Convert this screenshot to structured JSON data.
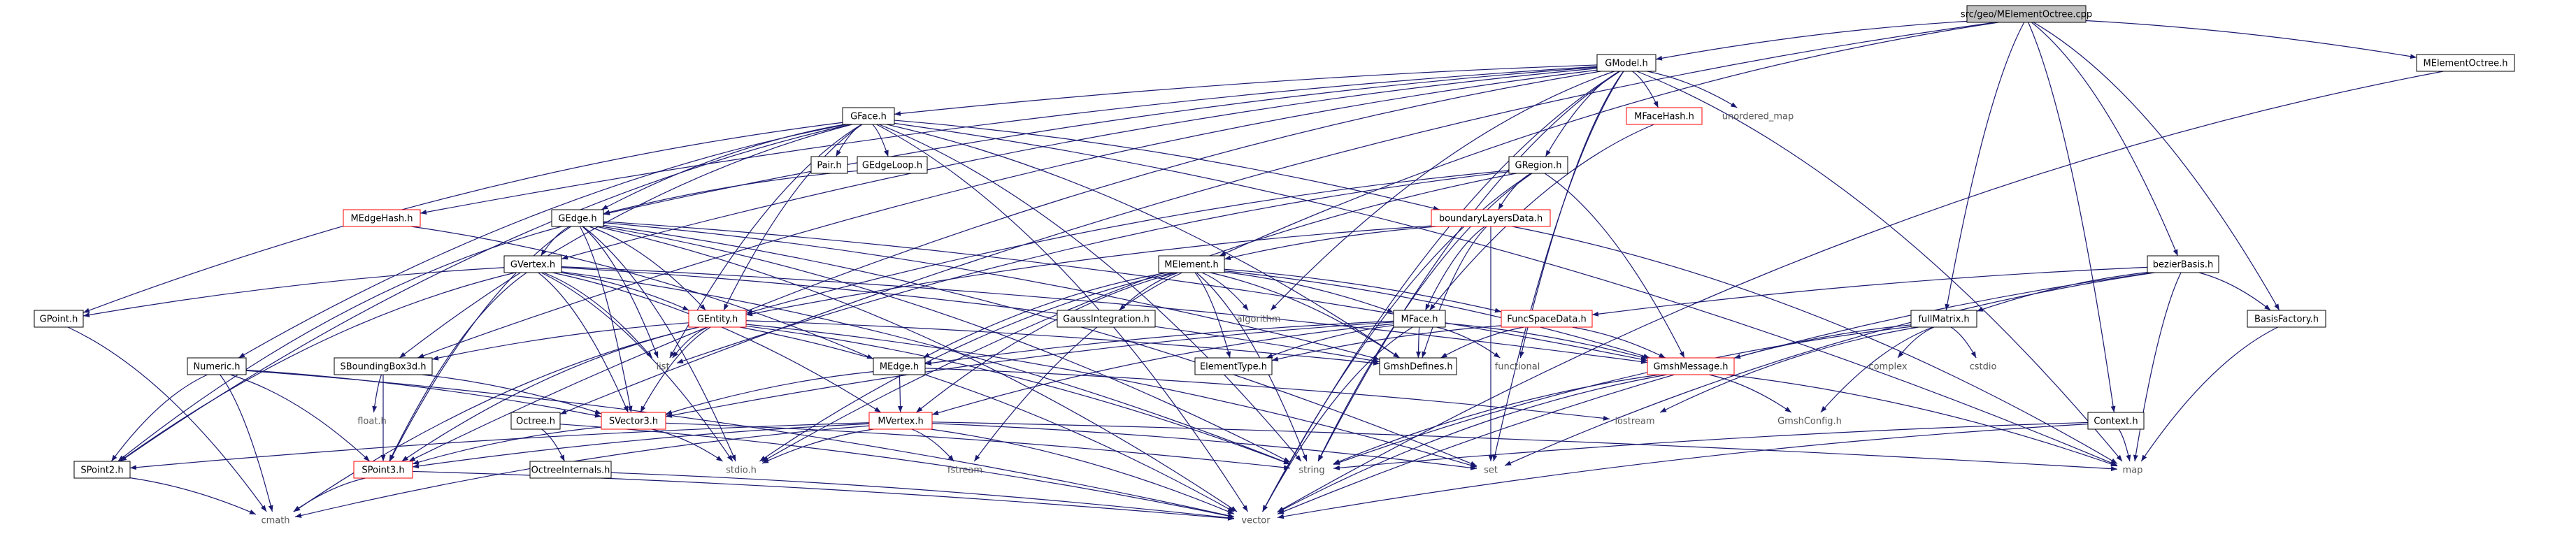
{
  "nodes": {
    "src": {
      "label": "src/geo/MElementOctree.cpp",
      "style": "root"
    },
    "gmodel": {
      "label": "GModel.h",
      "style": "normal"
    },
    "melementoctree": {
      "label": "MElementOctree.h",
      "style": "normal"
    },
    "gface": {
      "label": "GFace.h",
      "style": "normal"
    },
    "mfacehash": {
      "label": "MFaceHash.h",
      "style": "red"
    },
    "unordered_map": {
      "label": "unordered_map",
      "style": "system"
    },
    "pair": {
      "label": "Pair.h",
      "style": "normal"
    },
    "gedgeloop": {
      "label": "GEdgeLoop.h",
      "style": "normal"
    },
    "gregion": {
      "label": "GRegion.h",
      "style": "normal"
    },
    "medgehash": {
      "label": "MEdgeHash.h",
      "style": "red"
    },
    "gedge": {
      "label": "GEdge.h",
      "style": "normal"
    },
    "boundarylayers": {
      "label": "boundaryLayersData.h",
      "style": "red"
    },
    "gvertex": {
      "label": "GVertex.h",
      "style": "normal"
    },
    "melement": {
      "label": "MElement.h",
      "style": "normal"
    },
    "bezierbasis": {
      "label": "bezierBasis.h",
      "style": "normal"
    },
    "gpoint": {
      "label": "GPoint.h",
      "style": "normal"
    },
    "gentity": {
      "label": "GEntity.h",
      "style": "red"
    },
    "gaussint": {
      "label": "GaussIntegration.h",
      "style": "normal"
    },
    "algorithm": {
      "label": "algorithm",
      "style": "system"
    },
    "mface": {
      "label": "MFace.h",
      "style": "normal"
    },
    "funcspace": {
      "label": "FuncSpaceData.h",
      "style": "red"
    },
    "fullmatrix": {
      "label": "fullMatrix.h",
      "style": "normal"
    },
    "basisfactory": {
      "label": "BasisFactory.h",
      "style": "normal"
    },
    "numeric": {
      "label": "Numeric.h",
      "style": "normal"
    },
    "sbbox": {
      "label": "SBoundingBox3d.h",
      "style": "normal"
    },
    "list": {
      "label": "list",
      "style": "system"
    },
    "medge": {
      "label": "MEdge.h",
      "style": "normal"
    },
    "elementtype": {
      "label": "ElementType.h",
      "style": "normal"
    },
    "gmshdefines": {
      "label": "GmshDefines.h",
      "style": "normal"
    },
    "functional": {
      "label": "functional",
      "style": "system"
    },
    "gmshmessage": {
      "label": "GmshMessage.h",
      "style": "red"
    },
    "complex": {
      "label": "complex",
      "style": "system"
    },
    "cstdio": {
      "label": "cstdio",
      "style": "system"
    },
    "float": {
      "label": "float.h",
      "style": "system"
    },
    "octree": {
      "label": "Octree.h",
      "style": "normal"
    },
    "svector3": {
      "label": "SVector3.h",
      "style": "red"
    },
    "mvertex": {
      "label": "MVertex.h",
      "style": "red"
    },
    "iostream": {
      "label": "iostream",
      "style": "system"
    },
    "context": {
      "label": "Context.h",
      "style": "normal"
    },
    "gmshconfig": {
      "label": "GmshConfig.h",
      "style": "system"
    },
    "spoint2": {
      "label": "SPoint2.h",
      "style": "normal"
    },
    "octreeinternals": {
      "label": "OctreeInternals.h",
      "style": "normal"
    },
    "spoint3": {
      "label": "SPoint3.h",
      "style": "red"
    },
    "stdio": {
      "label": "stdio.h",
      "style": "system"
    },
    "fstream": {
      "label": "fstream",
      "style": "system"
    },
    "string": {
      "label": "string",
      "style": "system"
    },
    "set": {
      "label": "set",
      "style": "system"
    },
    "map": {
      "label": "map",
      "style": "system"
    },
    "cmath": {
      "label": "cmath",
      "style": "system"
    },
    "vector": {
      "label": "vector",
      "style": "system"
    }
  },
  "edges": [
    [
      "src",
      "gmodel"
    ],
    [
      "src",
      "melementoctree"
    ],
    [
      "src",
      "fullmatrix"
    ],
    [
      "src",
      "bezierbasis"
    ],
    [
      "src",
      "basisfactory"
    ],
    [
      "src",
      "context"
    ],
    [
      "src",
      "octree"
    ],
    [
      "src",
      "melement"
    ],
    [
      "gmodel",
      "gface"
    ],
    [
      "gmodel",
      "mfacehash"
    ],
    [
      "gmodel",
      "unordered_map"
    ],
    [
      "gmodel",
      "gregion"
    ],
    [
      "gmodel",
      "medgehash"
    ],
    [
      "gmodel",
      "gedge"
    ],
    [
      "gmodel",
      "gvertex"
    ],
    [
      "gmodel",
      "sbbox"
    ],
    [
      "gmodel",
      "spoint3"
    ],
    [
      "gmodel",
      "algorithm"
    ],
    [
      "gmodel",
      "map"
    ],
    [
      "gmodel",
      "set"
    ],
    [
      "gmodel",
      "string"
    ],
    [
      "gmodel",
      "vector"
    ],
    [
      "gmodel",
      "functional"
    ],
    [
      "melementoctree",
      "vector"
    ],
    [
      "gface",
      "pair"
    ],
    [
      "gface",
      "gedgeloop"
    ],
    [
      "gface",
      "gedge"
    ],
    [
      "gface",
      "gentity"
    ],
    [
      "gface",
      "boundarylayers"
    ],
    [
      "gface",
      "gpoint"
    ],
    [
      "gface",
      "numeric"
    ],
    [
      "gface",
      "list"
    ],
    [
      "gface",
      "spoint2"
    ],
    [
      "gface",
      "sbbox"
    ],
    [
      "gface",
      "string"
    ],
    [
      "gface",
      "vector"
    ],
    [
      "gface",
      "map"
    ],
    [
      "gface",
      "gmshdefines"
    ],
    [
      "mfacehash",
      "mface"
    ],
    [
      "gedgeloop",
      "gedge"
    ],
    [
      "gregion",
      "gentity"
    ],
    [
      "gregion",
      "boundarylayers"
    ],
    [
      "gregion",
      "list"
    ],
    [
      "gregion",
      "gmshmessage"
    ],
    [
      "gregion",
      "stdio"
    ],
    [
      "gregion",
      "string"
    ],
    [
      "gregion",
      "vector"
    ],
    [
      "medgehash",
      "medge"
    ],
    [
      "gedge",
      "gentity"
    ],
    [
      "gedge",
      "gvertex"
    ],
    [
      "gedge",
      "spoint3"
    ],
    [
      "gedge",
      "svector3"
    ],
    [
      "gedge",
      "spoint2"
    ],
    [
      "gedge",
      "list"
    ],
    [
      "gedge",
      "gmshdefines"
    ],
    [
      "gedge",
      "gmshmessage"
    ],
    [
      "gedge",
      "string"
    ],
    [
      "gedge",
      "stdio"
    ],
    [
      "gedge",
      "vector"
    ],
    [
      "gedge",
      "set"
    ],
    [
      "boundarylayers",
      "melement"
    ],
    [
      "boundarylayers",
      "mface"
    ],
    [
      "boundarylayers",
      "gentity"
    ],
    [
      "boundarylayers",
      "set"
    ],
    [
      "boundarylayers",
      "map"
    ],
    [
      "boundarylayers",
      "gmshdefines"
    ],
    [
      "gvertex",
      "gentity"
    ],
    [
      "gvertex",
      "gpoint"
    ],
    [
      "gvertex",
      "spoint2"
    ],
    [
      "gvertex",
      "spoint3"
    ],
    [
      "gvertex",
      "svector3"
    ],
    [
      "gvertex",
      "list"
    ],
    [
      "gvertex",
      "stdio"
    ],
    [
      "gvertex",
      "string"
    ],
    [
      "gvertex",
      "gmshdefines"
    ],
    [
      "gvertex",
      "gmshmessage"
    ],
    [
      "gvertex",
      "mvertex"
    ],
    [
      "melement",
      "gaussint"
    ],
    [
      "melement",
      "algorithm"
    ],
    [
      "melement",
      "mface"
    ],
    [
      "melement",
      "medge"
    ],
    [
      "melement",
      "mvertex"
    ],
    [
      "melement",
      "funcspace"
    ],
    [
      "melement",
      "elementtype"
    ],
    [
      "melement",
      "gmshdefines"
    ],
    [
      "melement",
      "gmshmessage"
    ],
    [
      "melement",
      "string"
    ],
    [
      "melement",
      "fstream"
    ],
    [
      "melement",
      "stdio"
    ],
    [
      "bezierbasis",
      "funcspace"
    ],
    [
      "bezierbasis",
      "fullmatrix"
    ],
    [
      "bezierbasis",
      "basisfactory"
    ],
    [
      "bezierbasis",
      "map"
    ],
    [
      "bezierbasis",
      "vector"
    ],
    [
      "bezierbasis",
      "set"
    ],
    [
      "gentity",
      "list"
    ],
    [
      "gentity",
      "sbbox"
    ],
    [
      "gentity",
      "gmshdefines"
    ],
    [
      "gentity",
      "svector3"
    ],
    [
      "gentity",
      "spoint3"
    ],
    [
      "gentity",
      "string"
    ],
    [
      "gentity",
      "vector"
    ],
    [
      "gentity",
      "cmath"
    ],
    [
      "gentity",
      "set"
    ],
    [
      "mface",
      "medge"
    ],
    [
      "mface",
      "mvertex"
    ],
    [
      "mface",
      "svector3"
    ],
    [
      "mface",
      "functional"
    ],
    [
      "mface",
      "gmshdefines"
    ],
    [
      "mface",
      "gmshmessage"
    ],
    [
      "mface",
      "vector"
    ],
    [
      "mface",
      "elementtype"
    ],
    [
      "funcspace",
      "elementtype"
    ],
    [
      "funcspace",
      "gmshmessage"
    ],
    [
      "funcspace",
      "gmshdefines"
    ],
    [
      "fullmatrix",
      "gmshmessage"
    ],
    [
      "fullmatrix",
      "complex"
    ],
    [
      "fullmatrix",
      "cstdio"
    ],
    [
      "fullmatrix",
      "gmshconfig"
    ],
    [
      "fullmatrix",
      "iostream"
    ],
    [
      "fullmatrix",
      "string"
    ],
    [
      "basisfactory",
      "map"
    ],
    [
      "numeric",
      "spoint2"
    ],
    [
      "numeric",
      "spoint3"
    ],
    [
      "numeric",
      "svector3"
    ],
    [
      "numeric",
      "cmath"
    ],
    [
      "numeric",
      "vector"
    ],
    [
      "sbbox",
      "float"
    ],
    [
      "sbbox",
      "spoint3"
    ],
    [
      "sbbox",
      "svector3"
    ],
    [
      "medge",
      "mvertex"
    ],
    [
      "medge",
      "svector3"
    ],
    [
      "medge",
      "iostream"
    ],
    [
      "gmshmessage",
      "gmshconfig"
    ],
    [
      "gmshmessage",
      "string"
    ],
    [
      "gmshmessage",
      "vector"
    ],
    [
      "gmshmessage",
      "map"
    ],
    [
      "octree",
      "octreeinternals"
    ],
    [
      "octree",
      "vector"
    ],
    [
      "svector3",
      "spoint3"
    ],
    [
      "svector3",
      "stdio"
    ],
    [
      "svector3",
      "string"
    ],
    [
      "mvertex",
      "spoint2"
    ],
    [
      "mvertex",
      "spoint3"
    ],
    [
      "mvertex",
      "stdio"
    ],
    [
      "mvertex",
      "fstream"
    ],
    [
      "mvertex",
      "set"
    ],
    [
      "mvertex",
      "map"
    ],
    [
      "mvertex",
      "cmath"
    ],
    [
      "mvertex",
      "vector"
    ],
    [
      "context",
      "map"
    ],
    [
      "context",
      "string"
    ],
    [
      "context",
      "vector"
    ],
    [
      "gpoint",
      "cmath"
    ],
    [
      "spoint2",
      "cmath"
    ],
    [
      "spoint3",
      "cmath"
    ],
    [
      "spoint3",
      "vector"
    ],
    [
      "octreeinternals",
      "vector"
    ]
  ]
}
